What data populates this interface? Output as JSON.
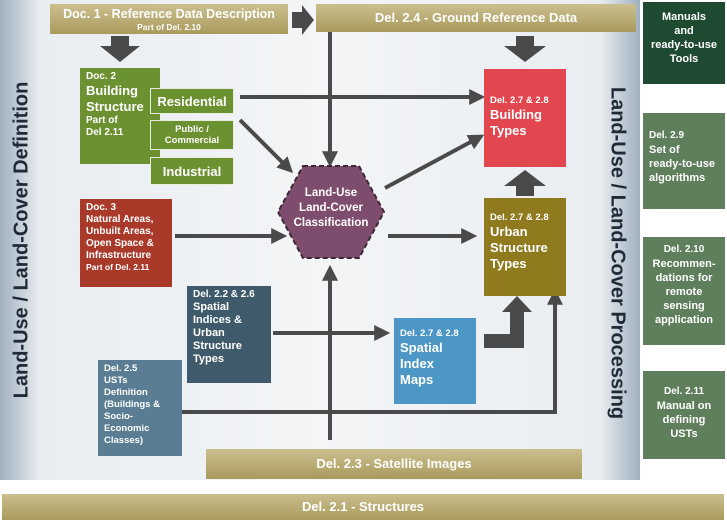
{
  "top": {
    "doc1_title": "Doc. 1 - Reference Data Description",
    "doc1_sub": "Part of Del. 2.10",
    "del24": "Del. 2.4 - Ground Reference Data"
  },
  "left_label": "Land-Use / Land-Cover Definition",
  "right_label": "Land-Use / Land-Cover Processing",
  "doc2": {
    "l1": "Doc. 2",
    "l2": "Building",
    "l3": "Structure",
    "l4": "Part of",
    "l5": "Del 2.11"
  },
  "residential": "Residential",
  "public": {
    "l1": "Public /",
    "l2": "Commercial"
  },
  "industrial": "Industrial",
  "doc3": {
    "l1": "Doc. 3",
    "l2": "Natural Areas,",
    "l3": "Unbuilt Areas,",
    "l4": "Open Space &",
    "l5": "Infrastructure",
    "l6": "Part of Del. 2.11"
  },
  "classification": {
    "l1": "Land-Use",
    "l2": "Land-Cover",
    "l3": "Classification"
  },
  "building_types": {
    "l1": "Del. 2.7 & 2.8",
    "l2": "Building",
    "l3": "Types"
  },
  "urban_types": {
    "l1": "Del. 2.7 & 2.8",
    "l2": "Urban",
    "l3": "Structure",
    "l4": "Types"
  },
  "spatial_indices": {
    "l1": "Del. 2.2 & 2.6",
    "l2": "Spatial",
    "l3": "Indices &",
    "l4": "Urban",
    "l5": "Structure",
    "l6": "Types"
  },
  "spatial_maps": {
    "l1": "Del. 2.7 & 2.8",
    "l2": "Spatial",
    "l3": "Index",
    "l4": "Maps"
  },
  "usts": {
    "l1": "Del. 2.5",
    "l2": "USTs",
    "l3": "Definition",
    "l4": "(Buildings &",
    "l5": "Socio-Economic",
    "l6": "Classes)"
  },
  "satellite": "Del. 2.3 - Satellite Images",
  "structures": "Del. 2.1 - Structures",
  "sidebar": [
    {
      "l1": "Manuals",
      "l2": "and",
      "l3": "ready-to-use",
      "l4": "Tools"
    },
    {
      "l1": "Del. 2.9",
      "l2": "Set of",
      "l3": "ready-to-use",
      "l4": "algorithms"
    },
    {
      "l1": "Del. 2.10",
      "l2": "Recommen-",
      "l3": "dations for",
      "l4": "remote",
      "l5": "sensing",
      "l6": "application"
    },
    {
      "l1": "Del. 2.11",
      "l2": "Manual on",
      "l3": "defining",
      "l4": "USTs"
    }
  ],
  "colors": {
    "panel": "#f1f3f5",
    "gold": "#b3a46a",
    "green": "#6b9130",
    "red": "#a93a2a",
    "pink": "#e2474f",
    "olive": "#8f7a1e",
    "slate": "#3f5a6a",
    "sky": "#4c97c6",
    "steel": "#5a7d93",
    "hex": "#7e4c6c",
    "sidebar_dark": "#1f4a32",
    "sidebar": "#5f7f5c"
  }
}
